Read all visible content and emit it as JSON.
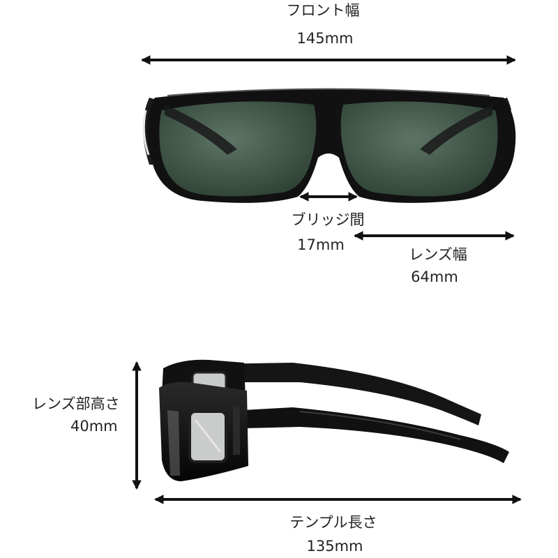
{
  "measurements": {
    "front_width": {
      "label": "フロント幅",
      "value": "145mm"
    },
    "bridge_width": {
      "label": "ブリッジ間",
      "value": "17mm"
    },
    "lens_width": {
      "label": "レンズ幅",
      "value": "64mm"
    },
    "lens_height": {
      "label": "レンズ部高さ",
      "value": "40mm"
    },
    "temple_length": {
      "label": "テンプル長さ",
      "value": "135mm"
    }
  },
  "colors": {
    "text": "#222222",
    "arrow": "#111111",
    "frame": "#111111",
    "lens": "#3f5446",
    "lens_highlight": "#5e7566",
    "side_window": "#c9ccca"
  }
}
